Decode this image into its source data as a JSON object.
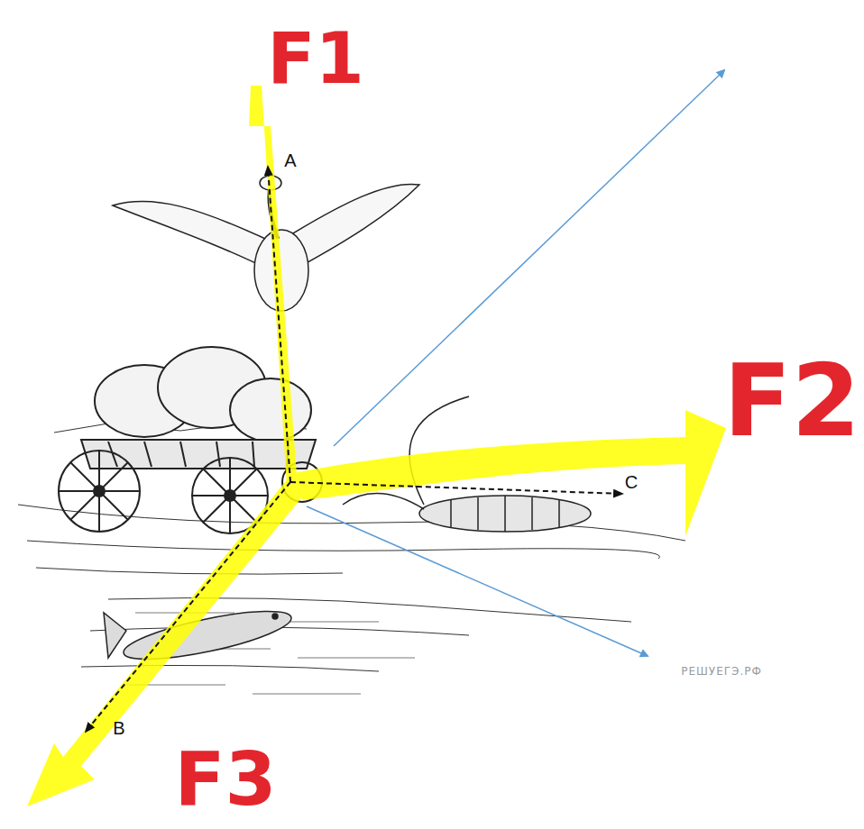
{
  "diagram": {
    "labels": [
      "F1",
      "A",
      "F2",
      "C",
      "F3",
      "B",
      "РЕШУЕГЭ.РФ"
    ]
  }
}
